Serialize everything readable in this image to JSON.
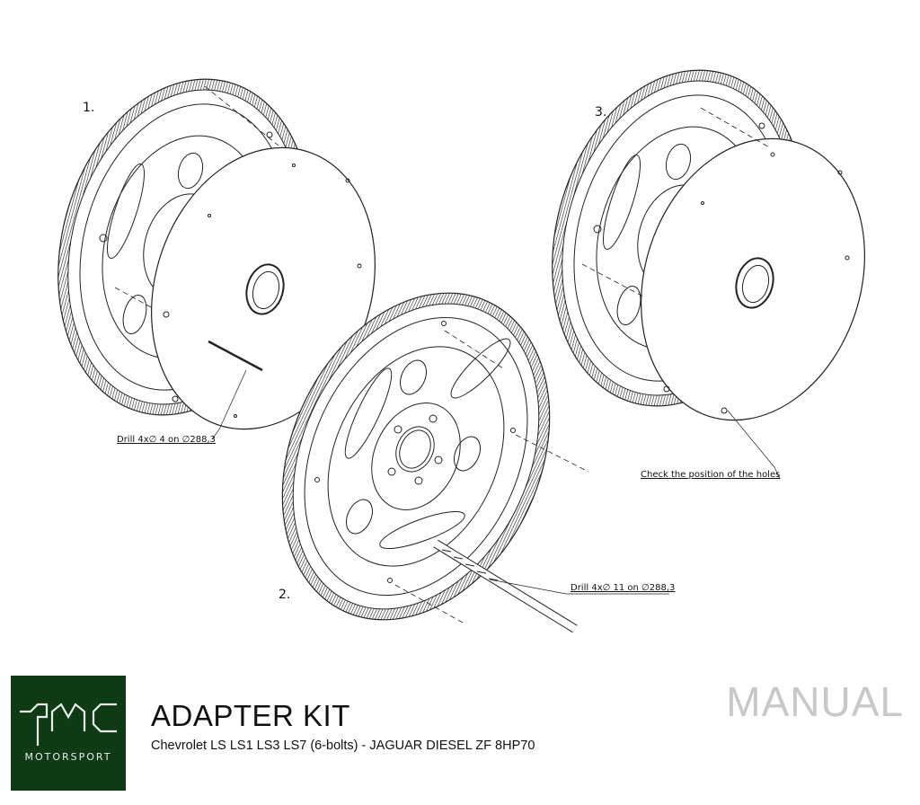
{
  "steps": {
    "s1": "1.",
    "s2": "2.",
    "s3": "3."
  },
  "callouts": {
    "drill_small": "Drill 4x∅ 4 on ∅288,3",
    "drill_large": "Drill 4x∅ 11 on ∅288,3",
    "check_holes": "Check the position of the holes"
  },
  "footer": {
    "logo_text": "MOTORSPORT",
    "title": "ADAPTER KIT",
    "subtitle": "Chevrolet LS LS1 LS3 LS7 (6-bolts) - JAGUAR DIESEL ZF 8HP70",
    "manual": "MANUAL"
  },
  "colors": {
    "logo_bg": "#0e3a14",
    "manual_text": "#c8c8c8"
  }
}
